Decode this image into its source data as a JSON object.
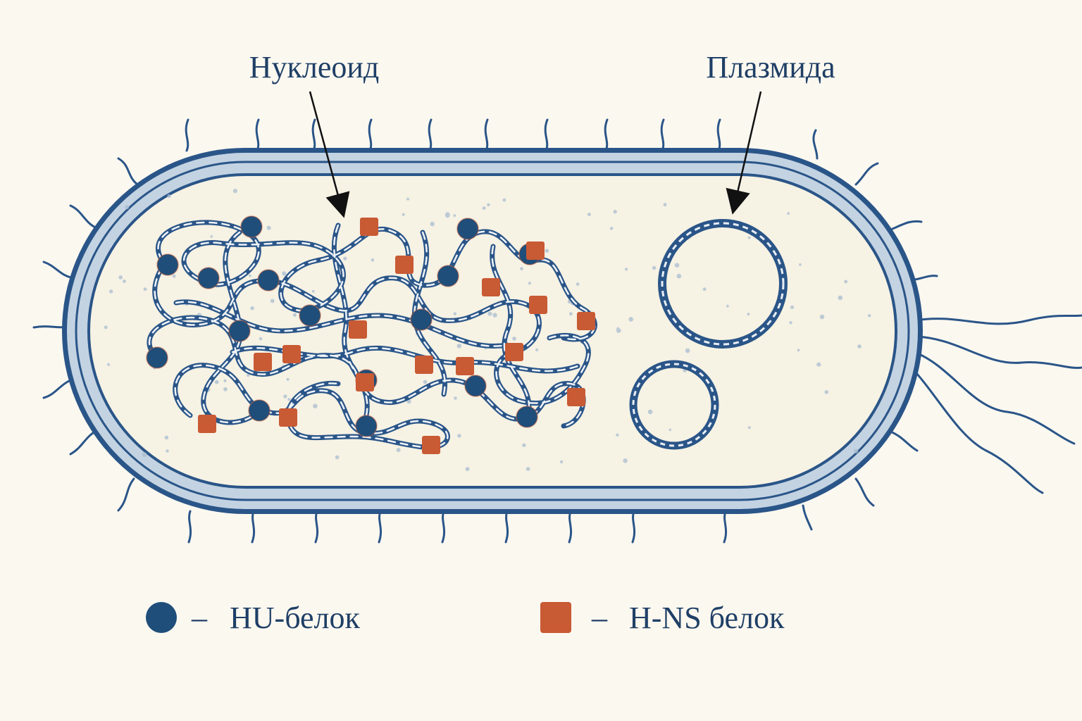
{
  "labels": {
    "nucleoid": "Нуклеоид",
    "plasmid": "Плазмида"
  },
  "legend": {
    "hu": {
      "dash": "–",
      "text": "HU-белок"
    },
    "hns": {
      "dash": "–",
      "text": "H-NS белок"
    }
  },
  "colors": {
    "background": "#fbf8f0",
    "cell_outline": "#2a5588",
    "cell_wall_fill": "#c3d3e2",
    "cytoplasm": "#f6f2e4",
    "dna": "#2a5588",
    "hu_protein": "#1f4e7a",
    "hns_protein": "#c85a34",
    "label_text": "#1f3f66"
  },
  "icons": {
    "hu_marker": "dark-blue-circle",
    "hns_marker": "orange-square",
    "pointer": "arrow"
  }
}
